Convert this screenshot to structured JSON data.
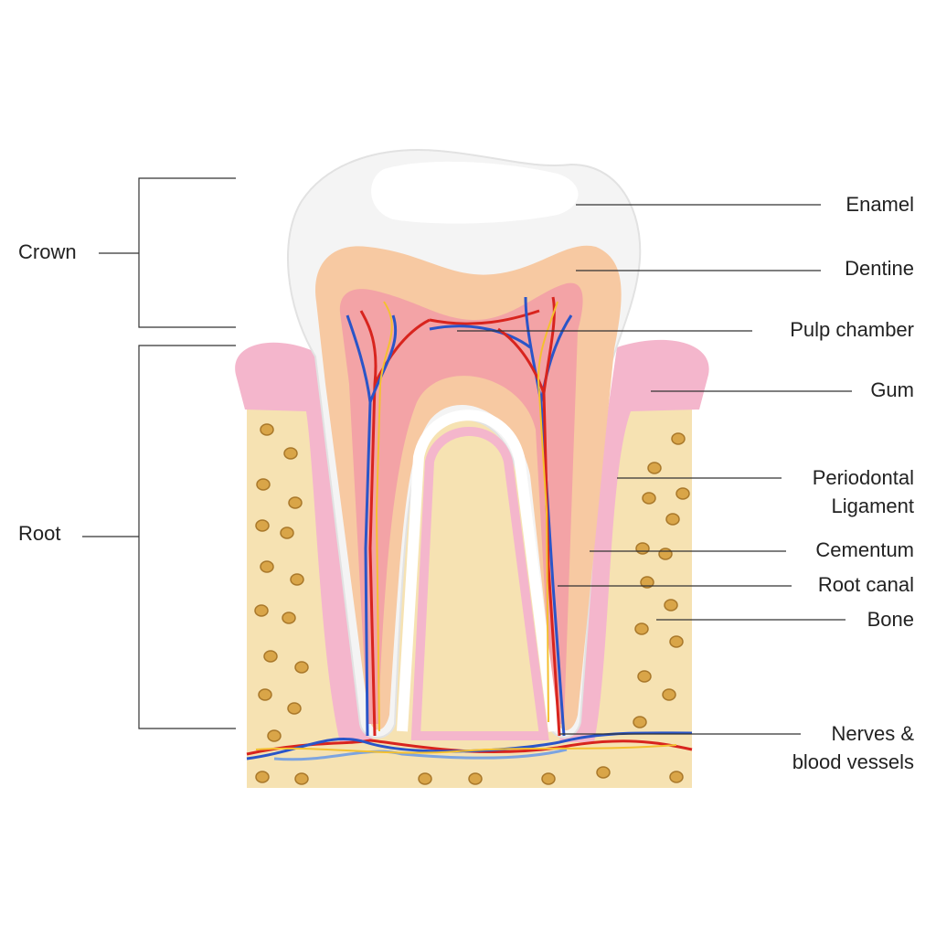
{
  "left_labels": {
    "crown": "Crown",
    "root": "Root"
  },
  "right_labels": {
    "enamel": "Enamel",
    "dentine": "Dentine",
    "pulp_chamber": "Pulp chamber",
    "gum": "Gum",
    "periodontal_1": "Periodontal",
    "periodontal_2": "Ligament",
    "cementum": "Cementum",
    "root_canal": "Root canal",
    "bone": "Bone",
    "nerves_1": "Nerves &",
    "nerves_2": "blood vessels"
  },
  "colors": {
    "bone": "#f6e2b2",
    "gum": "#f4b6cc",
    "enamel": "#f4f4f4",
    "dentine": "#f7c9a2",
    "pulp": "#f3a3a6",
    "artery": "#d8241e",
    "vein": "#2a55c8",
    "nerve": "#f4c030"
  }
}
